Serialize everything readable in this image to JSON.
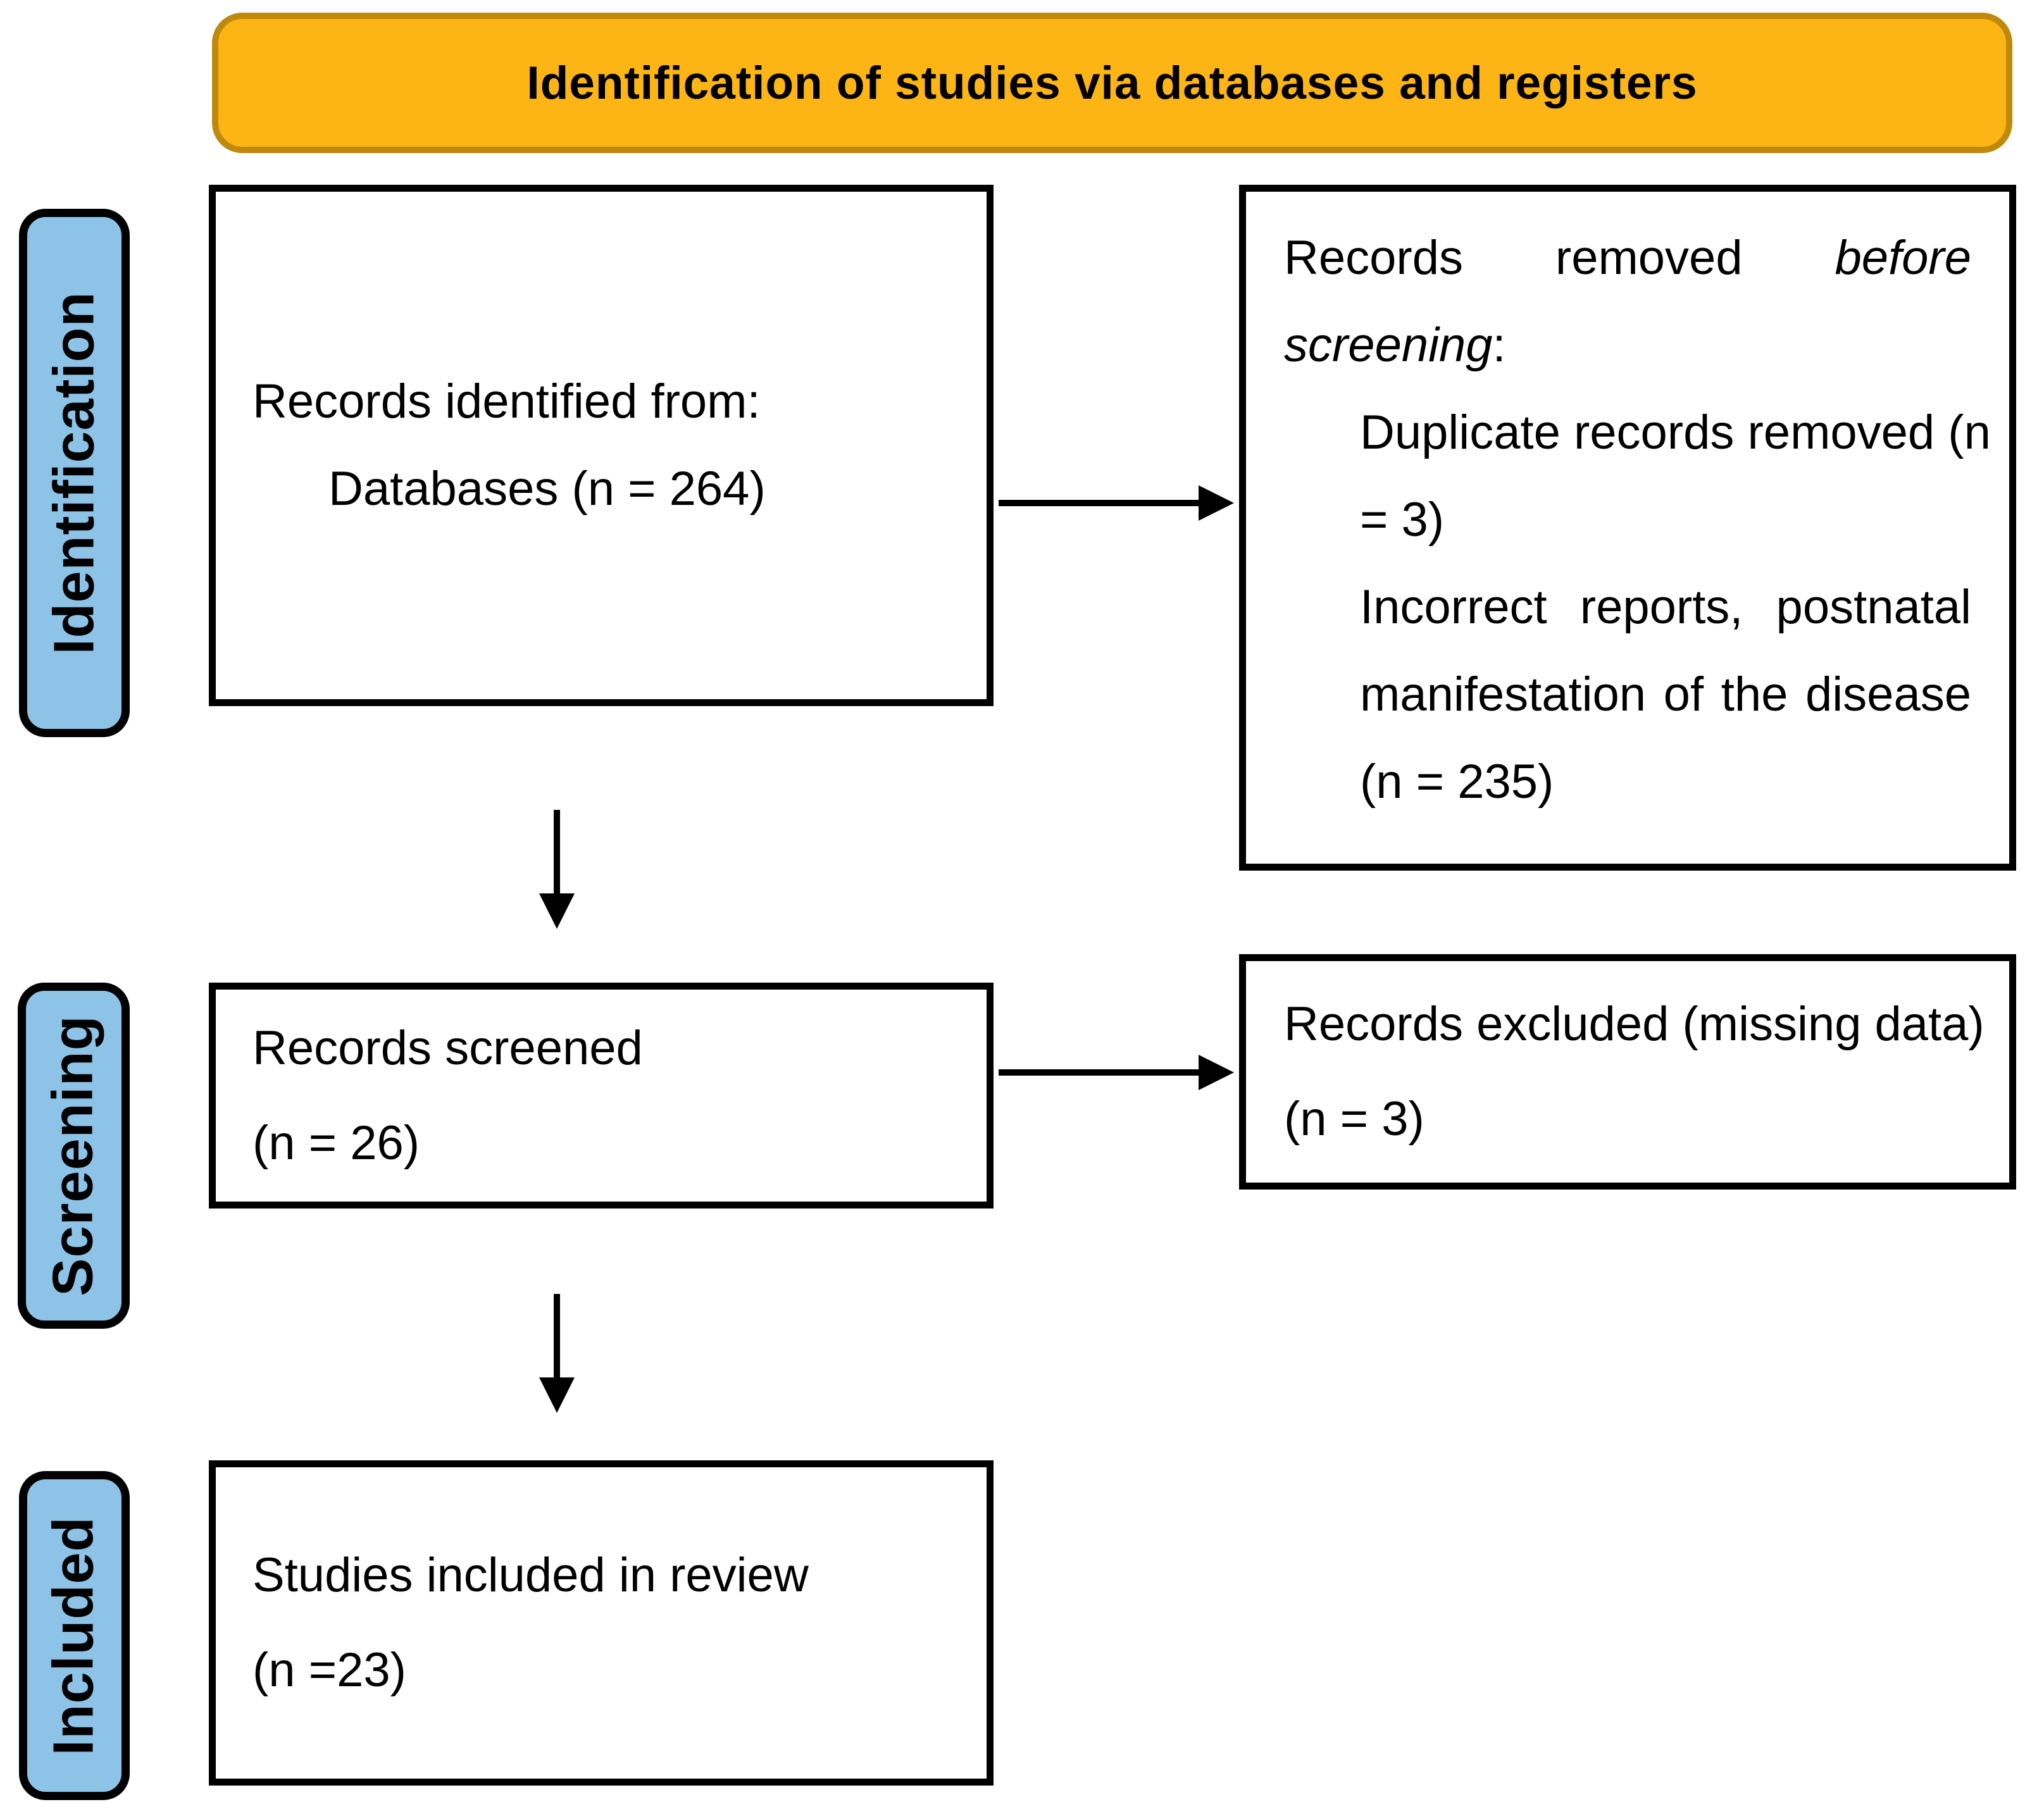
{
  "diagram": {
    "banner_title": "Identification of studies via databases and registers",
    "stage_labels": {
      "identification": "Identification",
      "screening": "Screening",
      "included": "Included"
    },
    "boxes": {
      "records_identified": {
        "line1": "Records identified from:",
        "line2": "Databases (n = 264)"
      },
      "records_removed": {
        "line1_regular": "Records removed ",
        "line1_italic": "before",
        "line2_italic": "screening",
        "line2_regular": ":",
        "line3": "Duplicate records removed (n",
        "line4": "= 3)",
        "line5": "Incorrect reports, postnatal",
        "line6": "manifestation of the disease",
        "line7": "(n = 235)"
      },
      "records_screened": {
        "line1": "Records screened",
        "line2": "(n = 26)"
      },
      "records_excluded": {
        "line1": "Records excluded (missing data)",
        "line2": "(n = 3)"
      },
      "studies_included": {
        "line1": "Studies included in review",
        "line2": "(n =23)"
      }
    },
    "colors": {
      "banner_fill": "#FCB514",
      "banner_border": "#BF8A0B",
      "stage_label_fill": "#8CC3E6",
      "box_border": "#000000",
      "arrow": "#000000"
    }
  }
}
